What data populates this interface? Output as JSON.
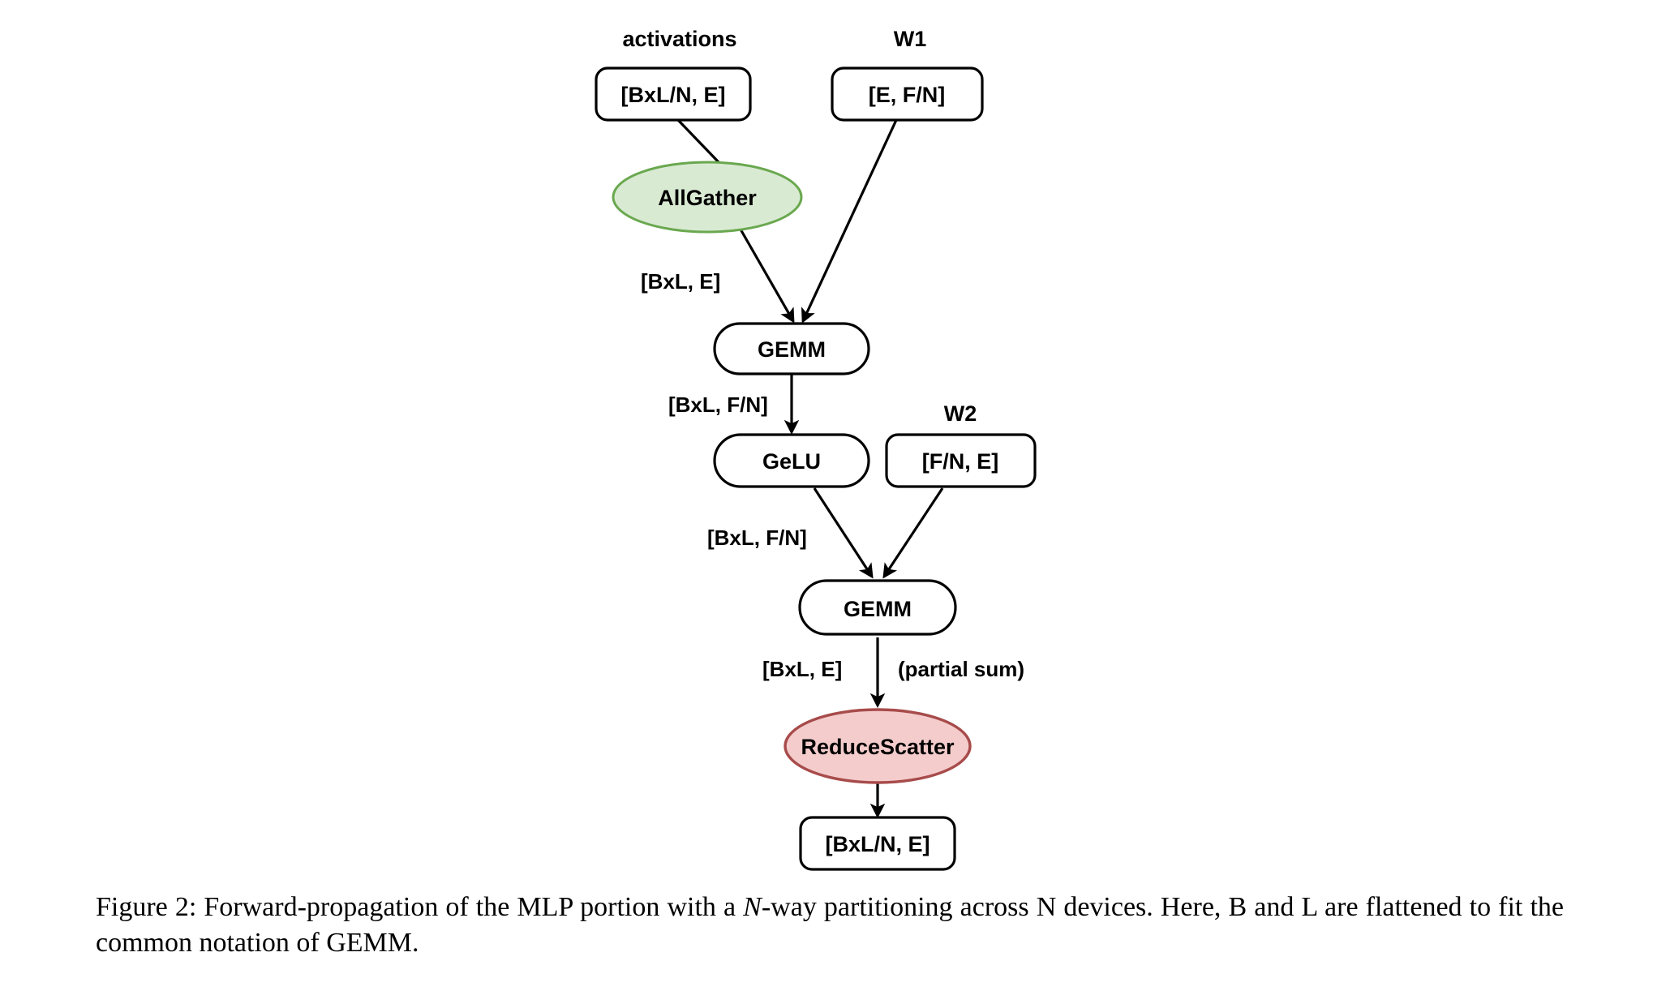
{
  "figure": {
    "id": "figure-2",
    "caption_prefix": "Figure 2:",
    "caption_part1": " Forward-propagation of the MLP portion with a ",
    "caption_emphasis": "N",
    "caption_part2": "-way partitioning across N devices. Here, B and L are flattened to fit the common notation of GEMM.",
    "caption_full": "Figure 2: Forward-propagation of the MLP portion with a N-way partitioning across N devices. Here, B and L are flattened to fit the common notation of GEMM."
  },
  "colors": {
    "allgather_fill": "#d9ead3",
    "allgather_stroke": "#6aa84f",
    "reducescatter_fill": "#f4cccc",
    "reducescatter_stroke": "#a84b4b",
    "node_fill": "#ffffff",
    "node_stroke": "#000000",
    "edge_stroke": "#000000",
    "background": "#ffffff"
  },
  "diagram": {
    "type": "flowchart",
    "title": "MLP forward propagation with N-way tensor partitioning",
    "top_labels": [
      {
        "id": "activations-label",
        "text": "activations"
      },
      {
        "id": "w1-label",
        "text": "W1"
      },
      {
        "id": "w2-label",
        "text": "W2"
      }
    ],
    "nodes": [
      {
        "id": "activations-box",
        "text": "[BxL/N, E]",
        "shape": "rounded-rect"
      },
      {
        "id": "w1-box",
        "text": "[E, F/N]",
        "shape": "rounded-rect"
      },
      {
        "id": "allgather-node",
        "text": "AllGather",
        "shape": "ellipse"
      },
      {
        "id": "gemm1-node",
        "text": "GEMM",
        "shape": "pill"
      },
      {
        "id": "gelu-node",
        "text": "GeLU",
        "shape": "pill"
      },
      {
        "id": "w2-box",
        "text": "[F/N, E]",
        "shape": "rounded-rect"
      },
      {
        "id": "gemm2-node",
        "text": "GEMM",
        "shape": "pill"
      },
      {
        "id": "reducescatter-node",
        "text": "ReduceScatter",
        "shape": "ellipse"
      },
      {
        "id": "output-box",
        "text": "[BxL/N, E]",
        "shape": "rounded-rect"
      }
    ],
    "edge_labels": [
      {
        "id": "edge-label-allgather-gemm1",
        "text": "[BxL, E]"
      },
      {
        "id": "edge-label-gemm1-gelu",
        "text": "[BxL, F/N]"
      },
      {
        "id": "edge-label-gelu-gemm2",
        "text": "[BxL, F/N]"
      },
      {
        "id": "edge-label-gemm2-rs",
        "text": "[BxL, E]"
      },
      {
        "id": "edge-label-partial-sum",
        "text": "(partial sum)"
      }
    ],
    "edges": [
      {
        "from": "activations-box",
        "to": "allgather-node",
        "arrow": false
      },
      {
        "from": "allgather-node",
        "to": "gemm1-node",
        "arrow": true
      },
      {
        "from": "w1-box",
        "to": "gemm1-node",
        "arrow": true
      },
      {
        "from": "gemm1-node",
        "to": "gelu-node",
        "arrow": true
      },
      {
        "from": "gelu-node",
        "to": "gemm2-node",
        "arrow": true
      },
      {
        "from": "w2-box",
        "to": "gemm2-node",
        "arrow": true
      },
      {
        "from": "gemm2-node",
        "to": "reducescatter-node",
        "arrow": true
      },
      {
        "from": "reducescatter-node",
        "to": "output-box",
        "arrow": true
      }
    ]
  }
}
